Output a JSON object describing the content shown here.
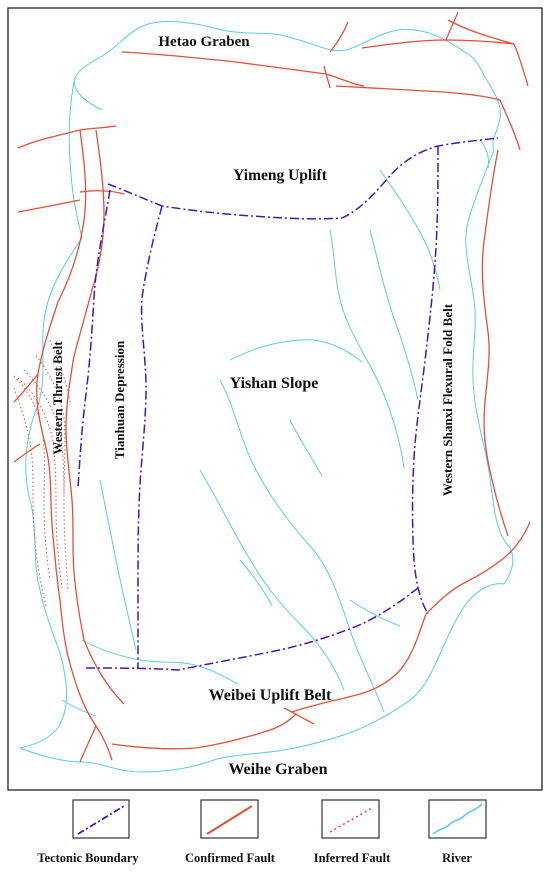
{
  "map": {
    "regions": {
      "hetao_graben": "Hetao Graben",
      "yimeng_uplift": "Yimeng Uplift",
      "yishan_slope": "Yishan Slope",
      "tianhuan_depression": "Tianhuan Depression",
      "western_thrust_belt": "Western Thrust Belt",
      "western_shanxi_flexural_fold_belt": "Western Shanxi Flexural Fold Belt",
      "weibei_uplift_belt": "Weibei Uplift Belt",
      "weihe_graben": "Weihe Graben"
    },
    "colors": {
      "tectonic_boundary": "#4b16b0",
      "confirmed_fault": "#e0503a",
      "inferred_fault": "#e0503a",
      "river": "#5ccbe0",
      "frame": "#222222"
    }
  },
  "legend": {
    "items": [
      {
        "key": "tectonic_boundary",
        "label": "Tectonic Boundary",
        "symbol": "dash-dot-line"
      },
      {
        "key": "confirmed_fault",
        "label": "Confirmed Fault",
        "symbol": "solid-line"
      },
      {
        "key": "inferred_fault",
        "label": "Inferred Fault",
        "symbol": "dotted-line"
      },
      {
        "key": "river",
        "label": "River",
        "symbol": "wavy-line"
      }
    ]
  }
}
